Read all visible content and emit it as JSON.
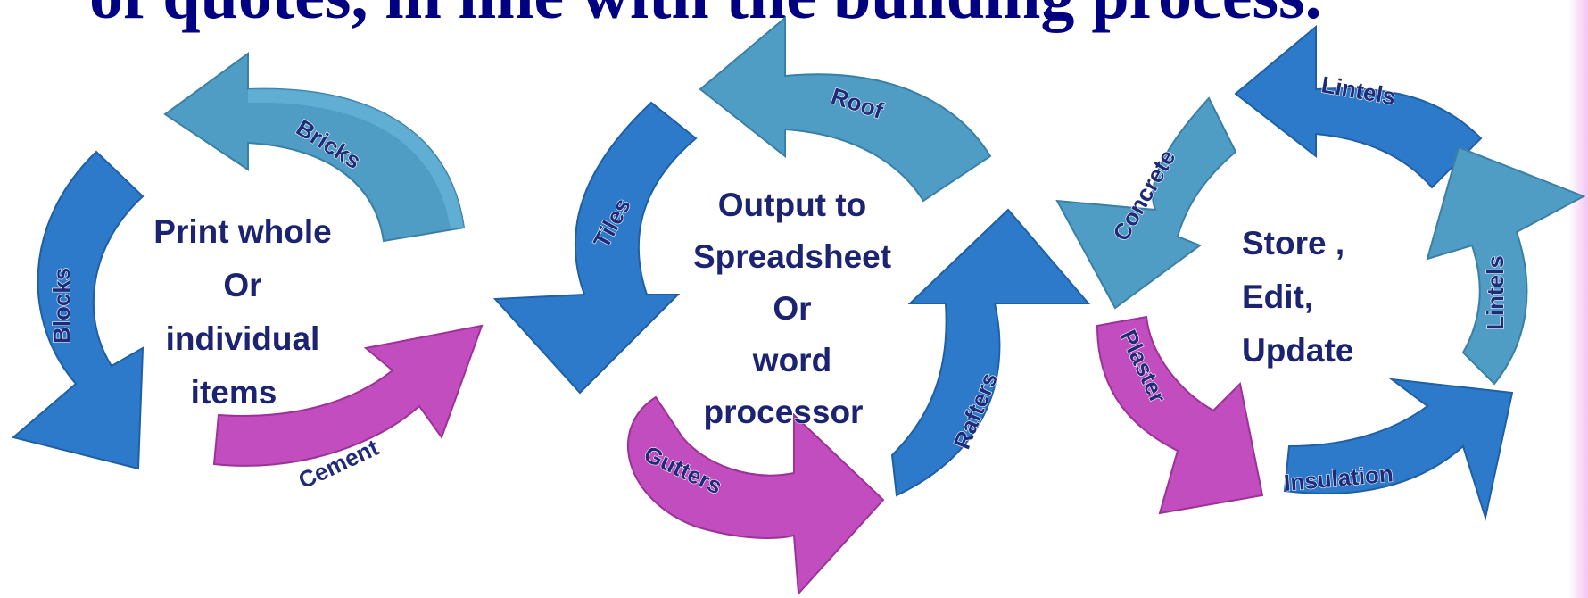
{
  "heading": "of quotes, in line with the building process.",
  "colors": {
    "dark_blue": "#2c7ac9",
    "light_blue": "#4f9cc4",
    "magenta": "#c24dbf",
    "label_text": "#1f2a78"
  },
  "cycles": [
    {
      "center_lines": [
        "Print whole",
        "Or",
        "individual",
        "items"
      ],
      "arrows": [
        {
          "label": "Bricks",
          "color": "light_blue"
        },
        {
          "label": "Blocks",
          "color": "dark_blue"
        },
        {
          "label": "Cement",
          "color": "magenta"
        }
      ]
    },
    {
      "center_lines": [
        "Output to",
        "Spreadsheet",
        "Or",
        "word",
        "processor"
      ],
      "arrows": [
        {
          "label": "Roof",
          "color": "light_blue"
        },
        {
          "label": "Tiles",
          "color": "dark_blue"
        },
        {
          "label": "Gutters",
          "color": "magenta"
        },
        {
          "label": "Rafters",
          "color": "dark_blue"
        }
      ]
    },
    {
      "center_lines": [
        "Store ,",
        "Edit,",
        "Update"
      ],
      "arrows": [
        {
          "label": "Lintels",
          "color": "dark_blue"
        },
        {
          "label": "Concrete",
          "color": "light_blue"
        },
        {
          "label": "Lintels",
          "color": "light_blue"
        },
        {
          "label": "Plaster",
          "color": "magenta"
        },
        {
          "label": "Insulation",
          "color": "dark_blue"
        }
      ]
    }
  ]
}
